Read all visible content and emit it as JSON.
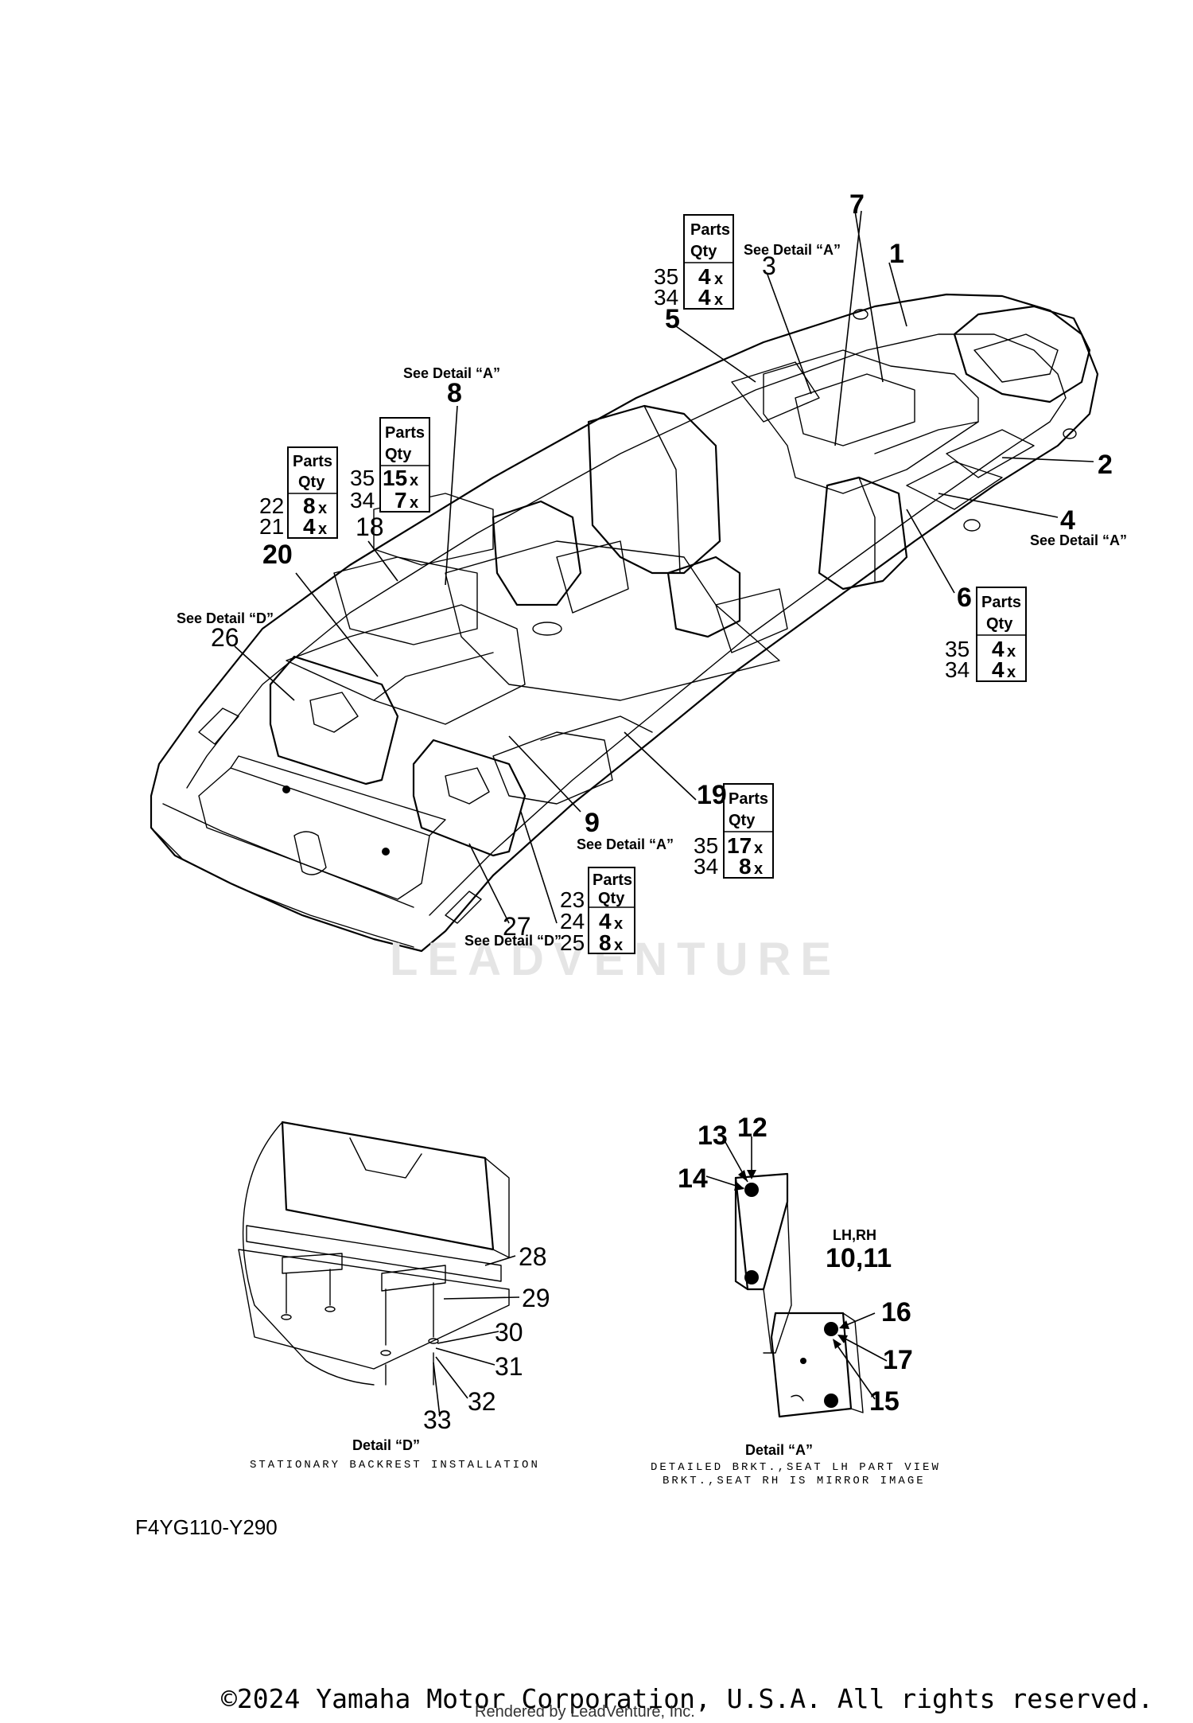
{
  "callouts": {
    "c1": "1",
    "c2": "2",
    "c3": "3",
    "c4": "4",
    "c5": "5",
    "c6": "6",
    "c7": "7",
    "c8": "8",
    "c9": "9",
    "c12": "12",
    "c13": "13",
    "c14": "14",
    "c15": "15",
    "c16": "16",
    "c17": "17",
    "c18": "18",
    "c19": "19",
    "c20": "20",
    "c26": "26",
    "c27": "27",
    "c28": "28",
    "c29": "29",
    "c30": "30",
    "c31": "31",
    "c32": "32",
    "c33": "33",
    "c10_11": "10,11"
  },
  "notes": {
    "see_detail_a": "See Detail “A”",
    "see_detail_d": "See Detail “D”",
    "lh_rh": "LH,RH"
  },
  "qty_boxes": {
    "header_parts": "Parts",
    "header_qty": "Qty",
    "box_3": {
      "rows": [
        {
          "part": "35",
          "qty": "4",
          "x": "x"
        },
        {
          "part": "34",
          "qty": "4",
          "x": "x"
        }
      ]
    },
    "box_8": {
      "rows": [
        {
          "part": "35",
          "qty": "15",
          "x": "x"
        },
        {
          "part": "34",
          "qty": "7",
          "x": "x"
        }
      ]
    },
    "box_18": {
      "rows": [
        {
          "part": "22",
          "qty": "8",
          "x": "x"
        },
        {
          "part": "21",
          "qty": "4",
          "x": "x"
        }
      ]
    },
    "box_6": {
      "rows": [
        {
          "part": "35",
          "qty": "4",
          "x": "x"
        },
        {
          "part": "34",
          "qty": "4",
          "x": "x"
        }
      ]
    },
    "box_19": {
      "rows": [
        {
          "part": "35",
          "qty": "17",
          "x": "x"
        },
        {
          "part": "34",
          "qty": "8",
          "x": "x"
        }
      ]
    },
    "box_27": {
      "rows": [
        {
          "part": "23",
          "qty": "",
          "x": ""
        },
        {
          "part": "24",
          "qty": "4",
          "x": "x"
        },
        {
          "part": "25",
          "qty": "8",
          "x": "x"
        }
      ]
    }
  },
  "details": {
    "d_title": "Detail “D”",
    "d_subtitle": "STATIONARY BACKREST INSTALLATION",
    "a_title": "Detail “A”",
    "a_subtitle_1": "DETAILED BRKT.,SEAT LH PART VIEW",
    "a_subtitle_2": "BRKT.,SEAT RH IS MIRROR IMAGE"
  },
  "footer": {
    "part_code": "F4YG110-Y290",
    "copyright": "©2024 Yamaha Motor Corporation, U.S.A. All rights reserved.",
    "rendered_by": "Rendered by LeadVenture, Inc.",
    "watermark": "LEADVENTURE"
  }
}
